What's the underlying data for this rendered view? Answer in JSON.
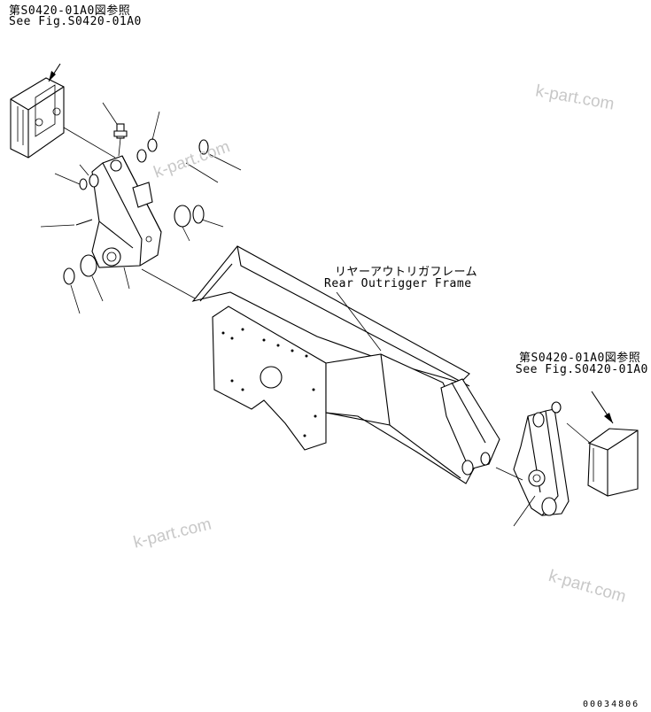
{
  "labels": {
    "ref_top_jp": "第S0420-01A0図参照",
    "ref_top_en": "See Fig.S0420-01A0",
    "frame_jp": "リヤーアウトリガフレーム",
    "frame_en": "Rear Outrigger Frame",
    "ref_right_jp": "第S0420-01A0図参照",
    "ref_right_en": "See Fig.S0420-01A0"
  },
  "watermarks": [
    "k-part.com",
    "k-part.com",
    "k-part.com",
    "k-part.com"
  ],
  "doc_number": "00034806"
}
